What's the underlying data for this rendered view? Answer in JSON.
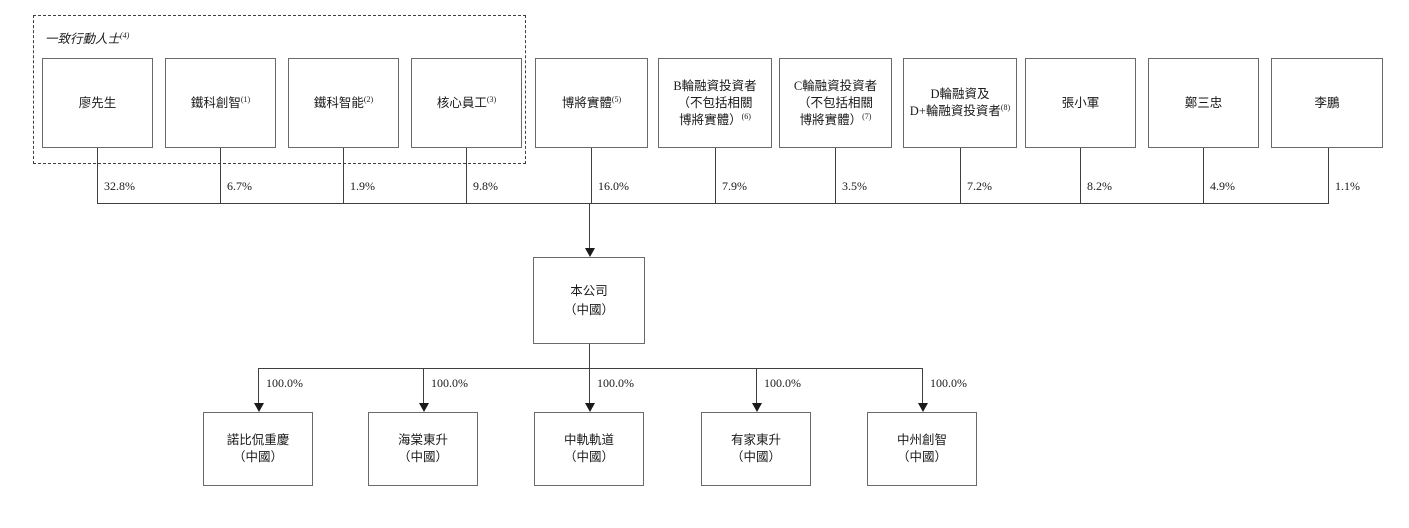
{
  "group_box": {
    "label": "一致行動人士",
    "sup": "(4)"
  },
  "shareholders": [
    {
      "lines": [
        "廖先生"
      ],
      "sup": "",
      "pct": "32.8%"
    },
    {
      "lines": [
        "鐵科創智"
      ],
      "sup": "(1)",
      "pct": "6.7%"
    },
    {
      "lines": [
        "鐵科智能"
      ],
      "sup": "(2)",
      "pct": "1.9%"
    },
    {
      "lines": [
        "核心員工"
      ],
      "sup": "(3)",
      "pct": "9.8%"
    },
    {
      "lines": [
        "博將實體"
      ],
      "sup": "(5)",
      "pct": "16.0%"
    },
    {
      "lines": [
        "B輪融資投資者",
        "（不包括相關",
        "博將實體）"
      ],
      "sup": "(6)",
      "pct": "7.9%"
    },
    {
      "lines": [
        "C輪融資投資者",
        "（不包括相關",
        "博將實體）"
      ],
      "sup": "(7)",
      "pct": "3.5%"
    },
    {
      "lines": [
        "D輪融資及",
        "D+輪融資投資者"
      ],
      "sup": "(8)",
      "pct": "7.2%"
    },
    {
      "lines": [
        "張小軍"
      ],
      "sup": "",
      "pct": "8.2%"
    },
    {
      "lines": [
        "鄭三忠"
      ],
      "sup": "",
      "pct": "4.9%"
    },
    {
      "lines": [
        "李鵬"
      ],
      "sup": "",
      "pct": "1.1%"
    }
  ],
  "company": {
    "name": "本公司",
    "region": "（中國）"
  },
  "subsidiaries": [
    {
      "name": "諾比侃重慶",
      "region": "（中國）",
      "pct": "100.0%"
    },
    {
      "name": "海棠東升",
      "region": "（中國）",
      "pct": "100.0%"
    },
    {
      "name": "中軌軌道",
      "region": "（中國）",
      "pct": "100.0%"
    },
    {
      "name": "有家東升",
      "region": "（中國）",
      "pct": "100.0%"
    },
    {
      "name": "中州創智",
      "region": "（中國）",
      "pct": "100.0%"
    }
  ],
  "colors": {
    "line": "#3f3f3f",
    "box_border": "#6a6a6a",
    "text": "#1a1a1a",
    "background": "#ffffff"
  }
}
